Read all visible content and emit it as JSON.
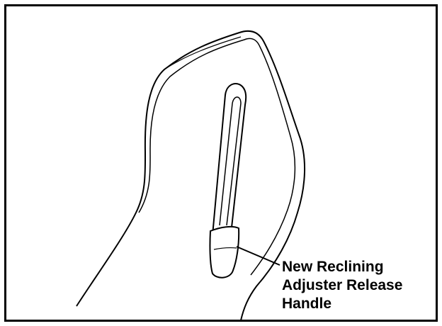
{
  "callout": {
    "line1": "New Reclining",
    "line2": "Adjuster Release",
    "line3": "Handle"
  },
  "colors": {
    "ink": "#000000",
    "paper": "#ffffff"
  }
}
